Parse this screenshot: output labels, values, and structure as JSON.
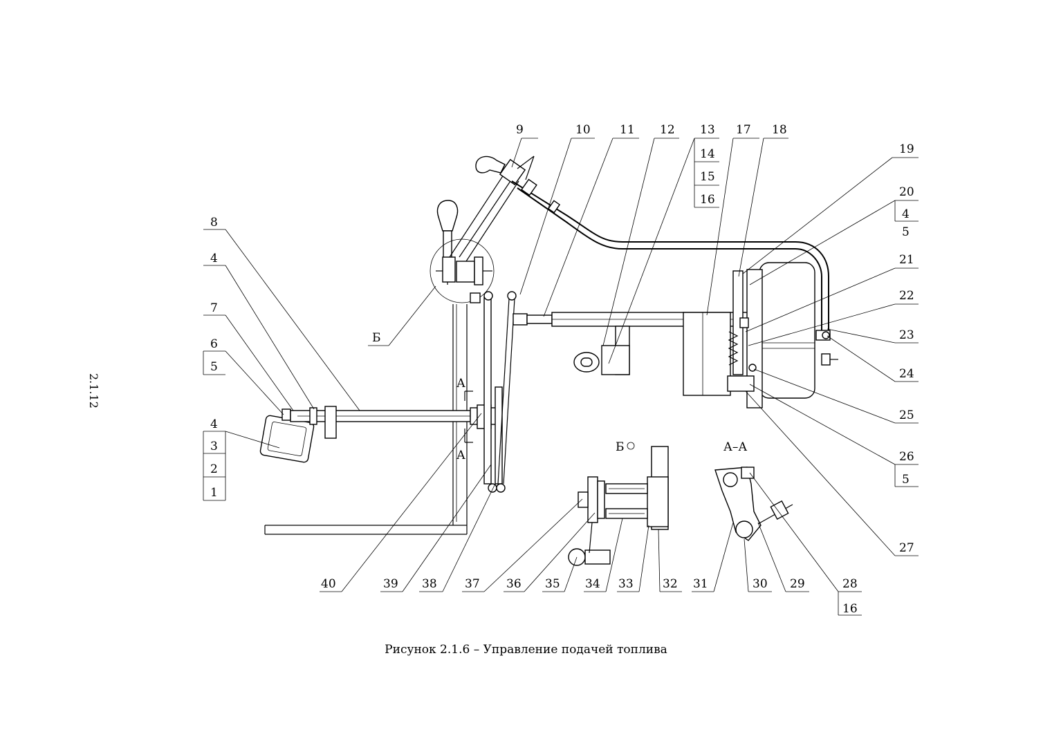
{
  "page_number": "2.1.12",
  "caption": "Рисунок 2.1.6 – Управление подачей топлива",
  "section_labels": {
    "view_b": "Б",
    "view_b_detail": "Б",
    "section_aa": "А–А",
    "section_a_top": "А",
    "section_a_bottom": "А"
  },
  "callouts": {
    "c1": "1",
    "c2": "2",
    "c3": "3",
    "c4a": "4",
    "c4b": "4",
    "c4c": "4",
    "c5a": "5",
    "c5b": "5",
    "c5c": "5",
    "c6": "6",
    "c7": "7",
    "c8": "8",
    "c9": "9",
    "c10": "10",
    "c11": "11",
    "c12": "12",
    "c13": "13",
    "c14": "14",
    "c15": "15",
    "c16a": "16",
    "c16b": "16",
    "c17": "17",
    "c18": "18",
    "c19": "19",
    "c20": "20",
    "c21": "21",
    "c22": "22",
    "c23": "23",
    "c24": "24",
    "c25": "25",
    "c26": "26",
    "c27": "27",
    "c28": "28",
    "c29": "29",
    "c30": "30",
    "c31": "31",
    "c32": "32",
    "c33": "33",
    "c34": "34",
    "c35": "35",
    "c36": "36",
    "c37": "37",
    "c38": "38",
    "c39": "39",
    "c40": "40"
  }
}
